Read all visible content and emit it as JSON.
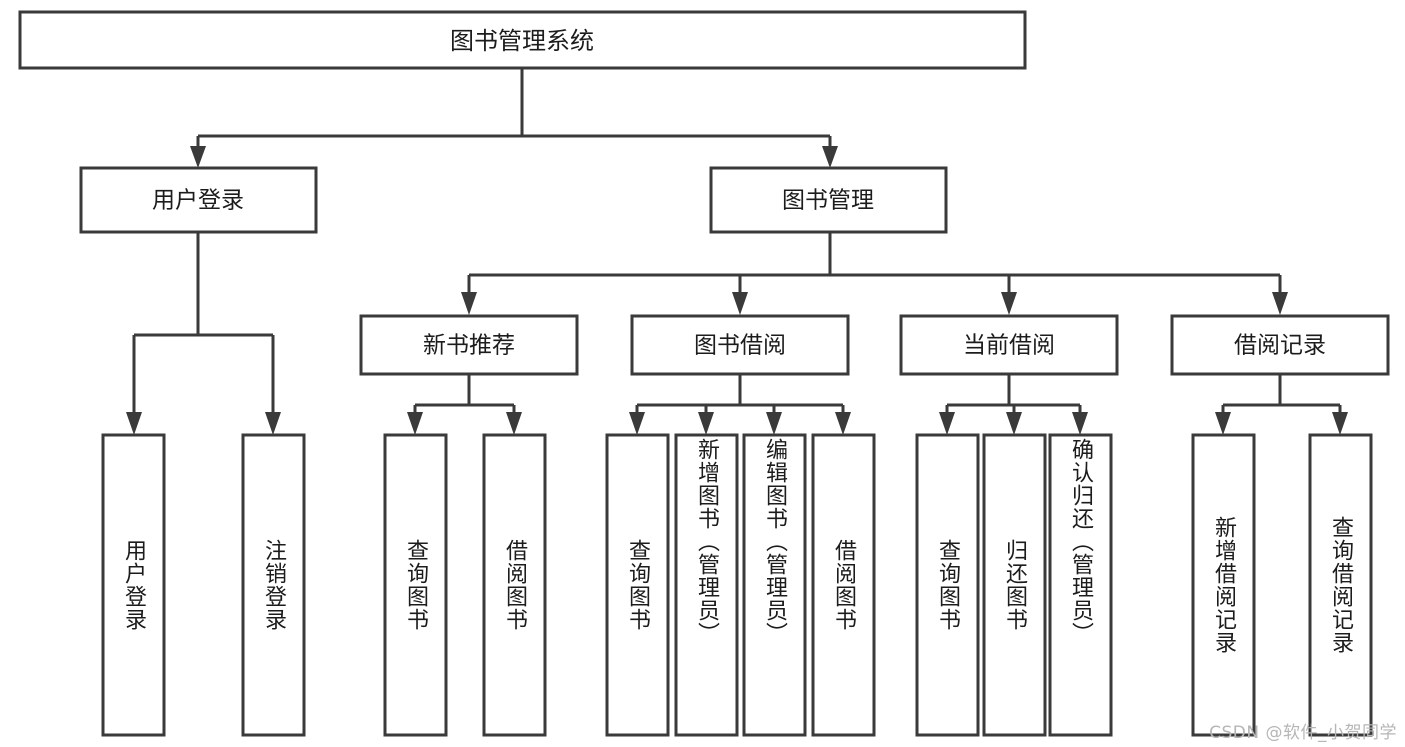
{
  "diagram": {
    "type": "tree-hierarchy",
    "title": "图书管理系统",
    "root": {
      "id": "root",
      "label": "图书管理系统"
    },
    "level2": [
      {
        "id": "user-login",
        "label": "用户登录"
      },
      {
        "id": "book-management",
        "label": "图书管理"
      }
    ],
    "level3": [
      {
        "id": "new-book-recommend",
        "label": "新书推荐",
        "parent": "book-management"
      },
      {
        "id": "book-borrow",
        "label": "图书借阅",
        "parent": "book-management"
      },
      {
        "id": "current-borrow",
        "label": "当前借阅",
        "parent": "book-management"
      },
      {
        "id": "borrow-record",
        "label": "借阅记录",
        "parent": "book-management"
      }
    ],
    "leaves": [
      {
        "id": "leaf-user-login",
        "label": "用户登录",
        "parent": "user-login"
      },
      {
        "id": "leaf-logout-login",
        "label": "注销登录",
        "parent": "user-login"
      },
      {
        "id": "leaf-query-book-1",
        "label": "查询图书",
        "parent": "new-book-recommend"
      },
      {
        "id": "leaf-borrow-book-1",
        "label": "借阅图书",
        "parent": "new-book-recommend"
      },
      {
        "id": "leaf-query-book-2",
        "label": "查询图书",
        "parent": "book-borrow"
      },
      {
        "id": "leaf-add-book",
        "label": "新增图书（管理员）",
        "parent": "book-borrow"
      },
      {
        "id": "leaf-edit-book",
        "label": "编辑图书（管理员）",
        "parent": "book-borrow"
      },
      {
        "id": "leaf-borrow-book-2",
        "label": "借阅图书",
        "parent": "book-borrow"
      },
      {
        "id": "leaf-query-book-3",
        "label": "查询图书",
        "parent": "current-borrow"
      },
      {
        "id": "leaf-return-book",
        "label": "归还图书",
        "parent": "current-borrow"
      },
      {
        "id": "leaf-confirm-return",
        "label": "确认归还（管理员）",
        "parent": "current-borrow"
      },
      {
        "id": "leaf-add-record",
        "label": "新增借阅记录",
        "parent": "borrow-record"
      },
      {
        "id": "leaf-query-record",
        "label": "查询借阅记录",
        "parent": "borrow-record"
      }
    ],
    "colors": {
      "stroke": "#3a3a3a",
      "fill": "#ffffff",
      "text": "#1c1c1c",
      "watermark": "#b6b6b6"
    }
  },
  "watermark": {
    "text": "CSDN @软件_小贺同学"
  }
}
